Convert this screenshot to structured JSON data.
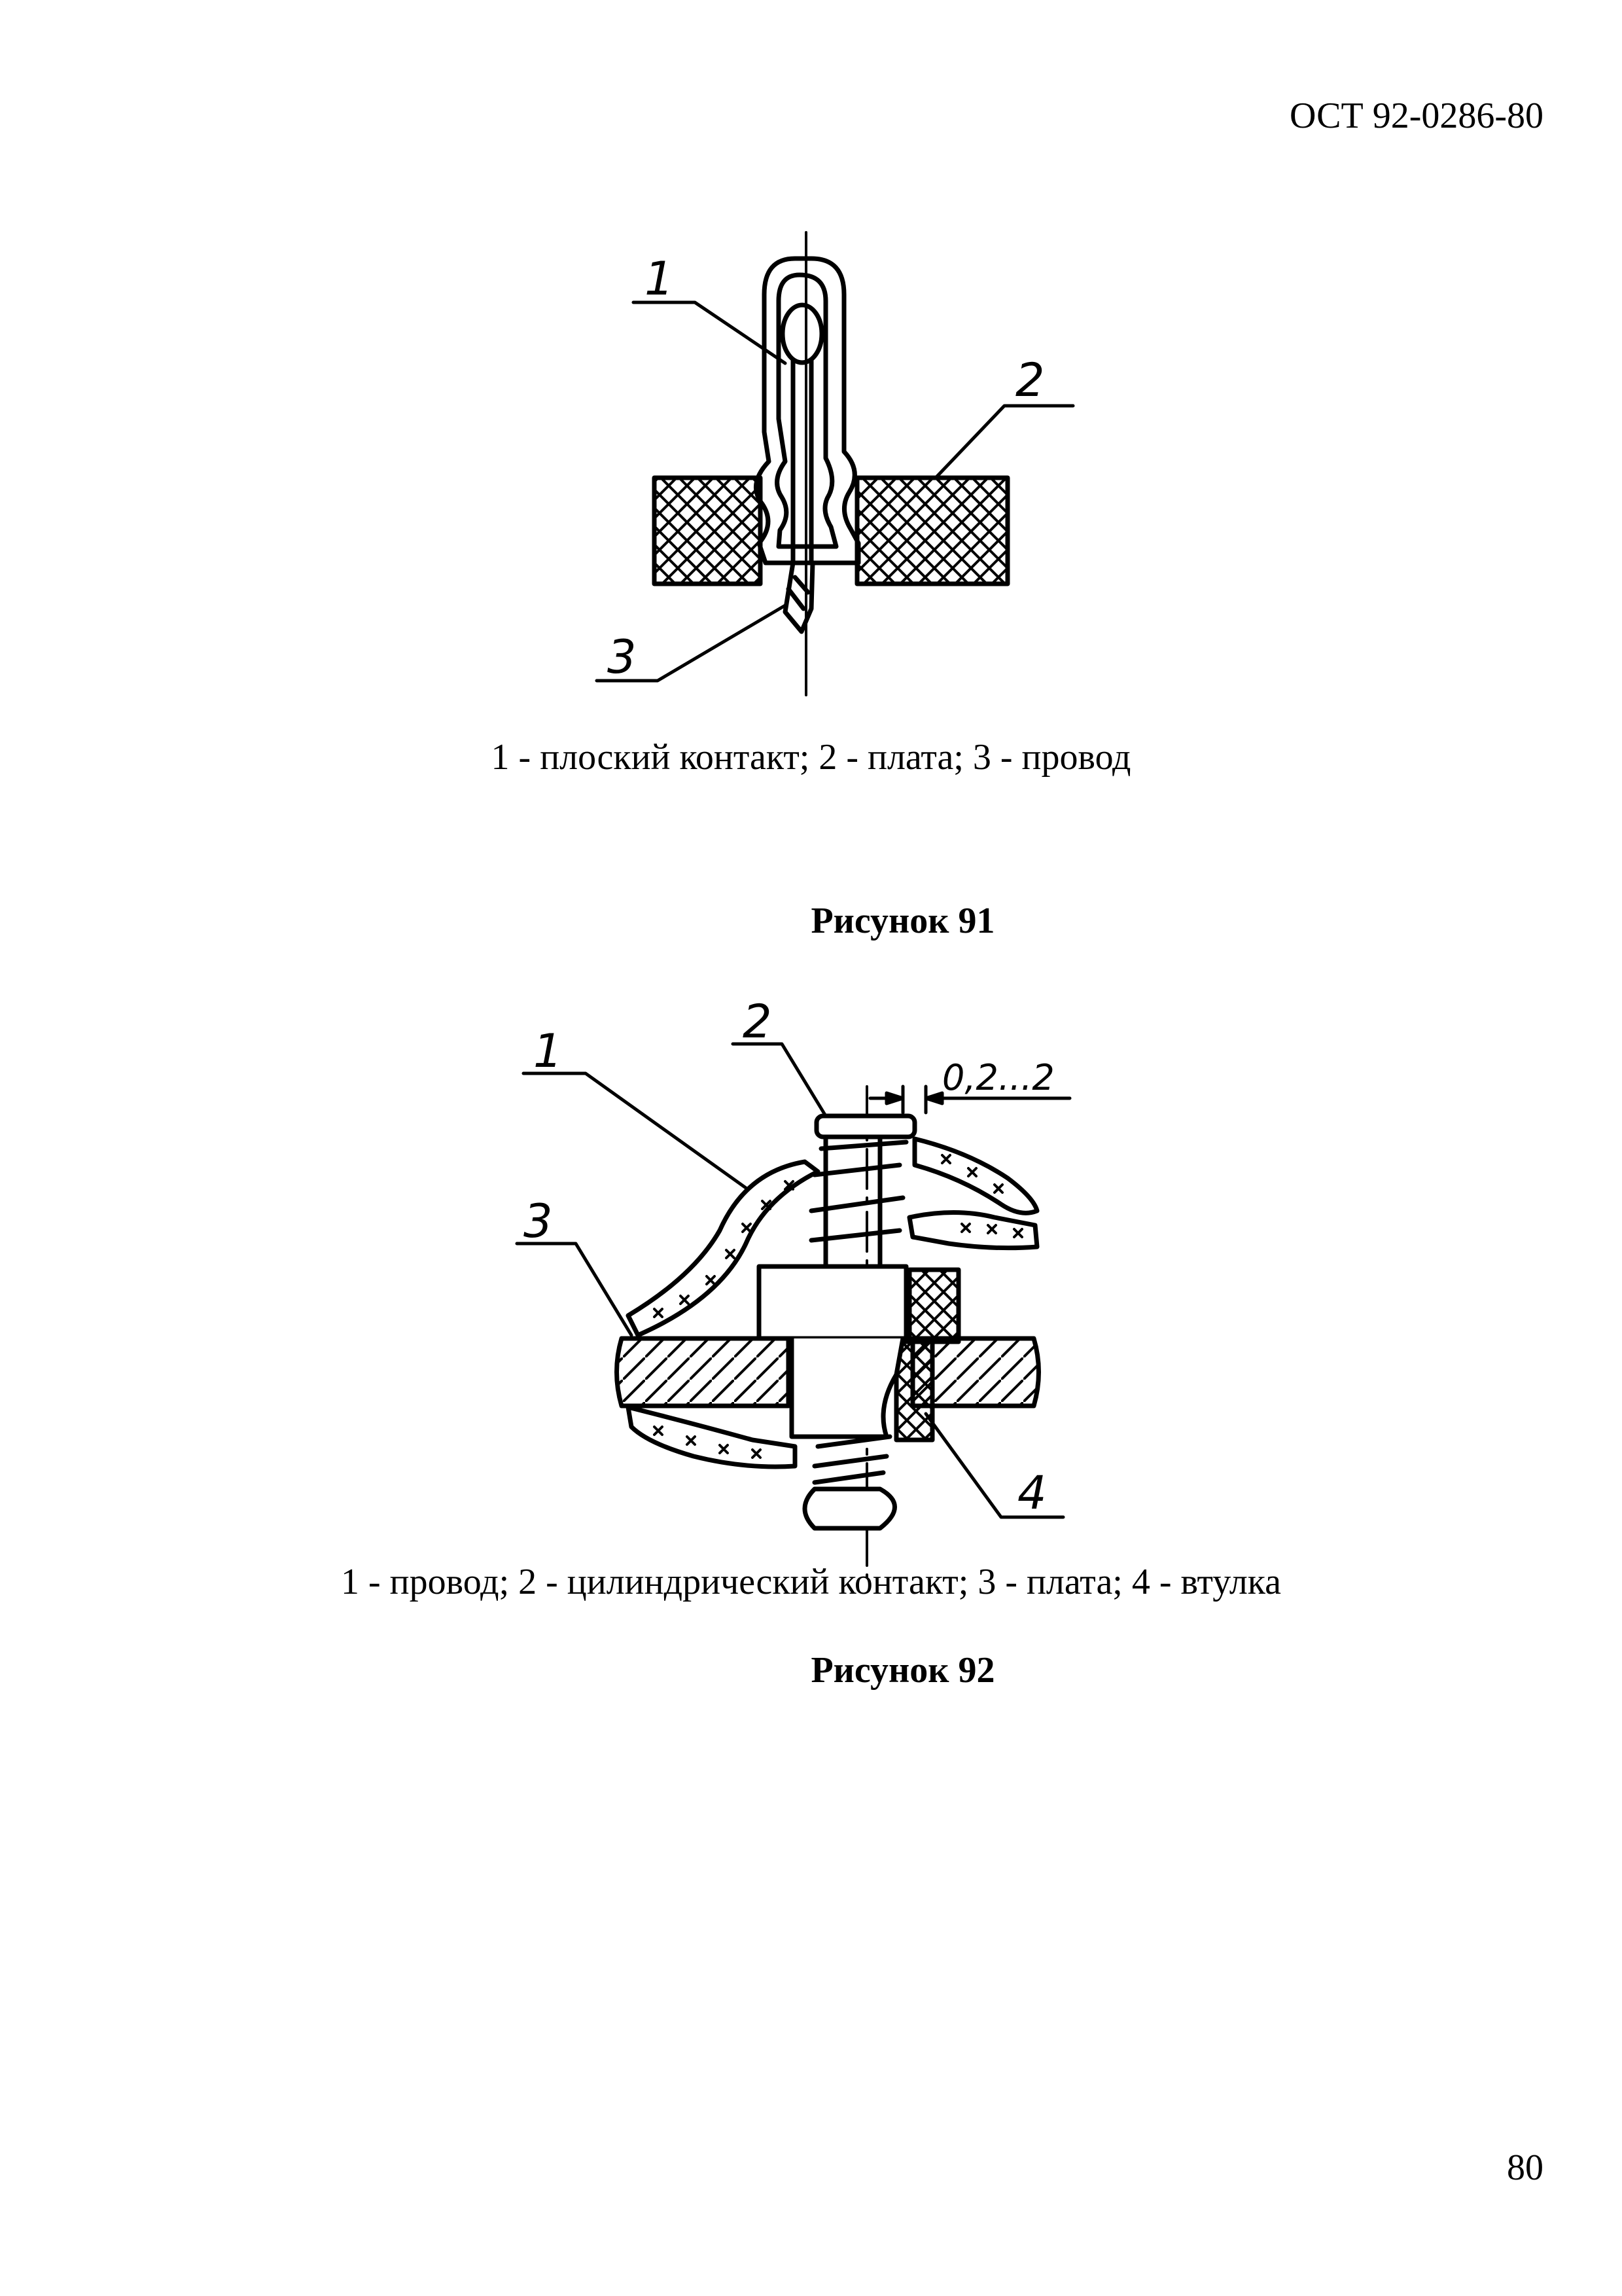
{
  "header": {
    "doc_code": "ОСТ 92-0286-80"
  },
  "figure91": {
    "labels": {
      "l1": "1",
      "l2": "2",
      "l3": "3"
    },
    "caption": "1 - плоский контакт; 2 - плата; 3 - провод",
    "title": "Рисунок 91"
  },
  "figure92": {
    "labels": {
      "l1": "1",
      "l2": "2",
      "l3": "3",
      "l4": "4"
    },
    "dimension": "0,2...2",
    "caption": "1 - провод; 2 - цилиндрический контакт; 3 - плата; 4 - втулка",
    "title": "Рисунок 92"
  },
  "footer": {
    "page_number": "80"
  }
}
